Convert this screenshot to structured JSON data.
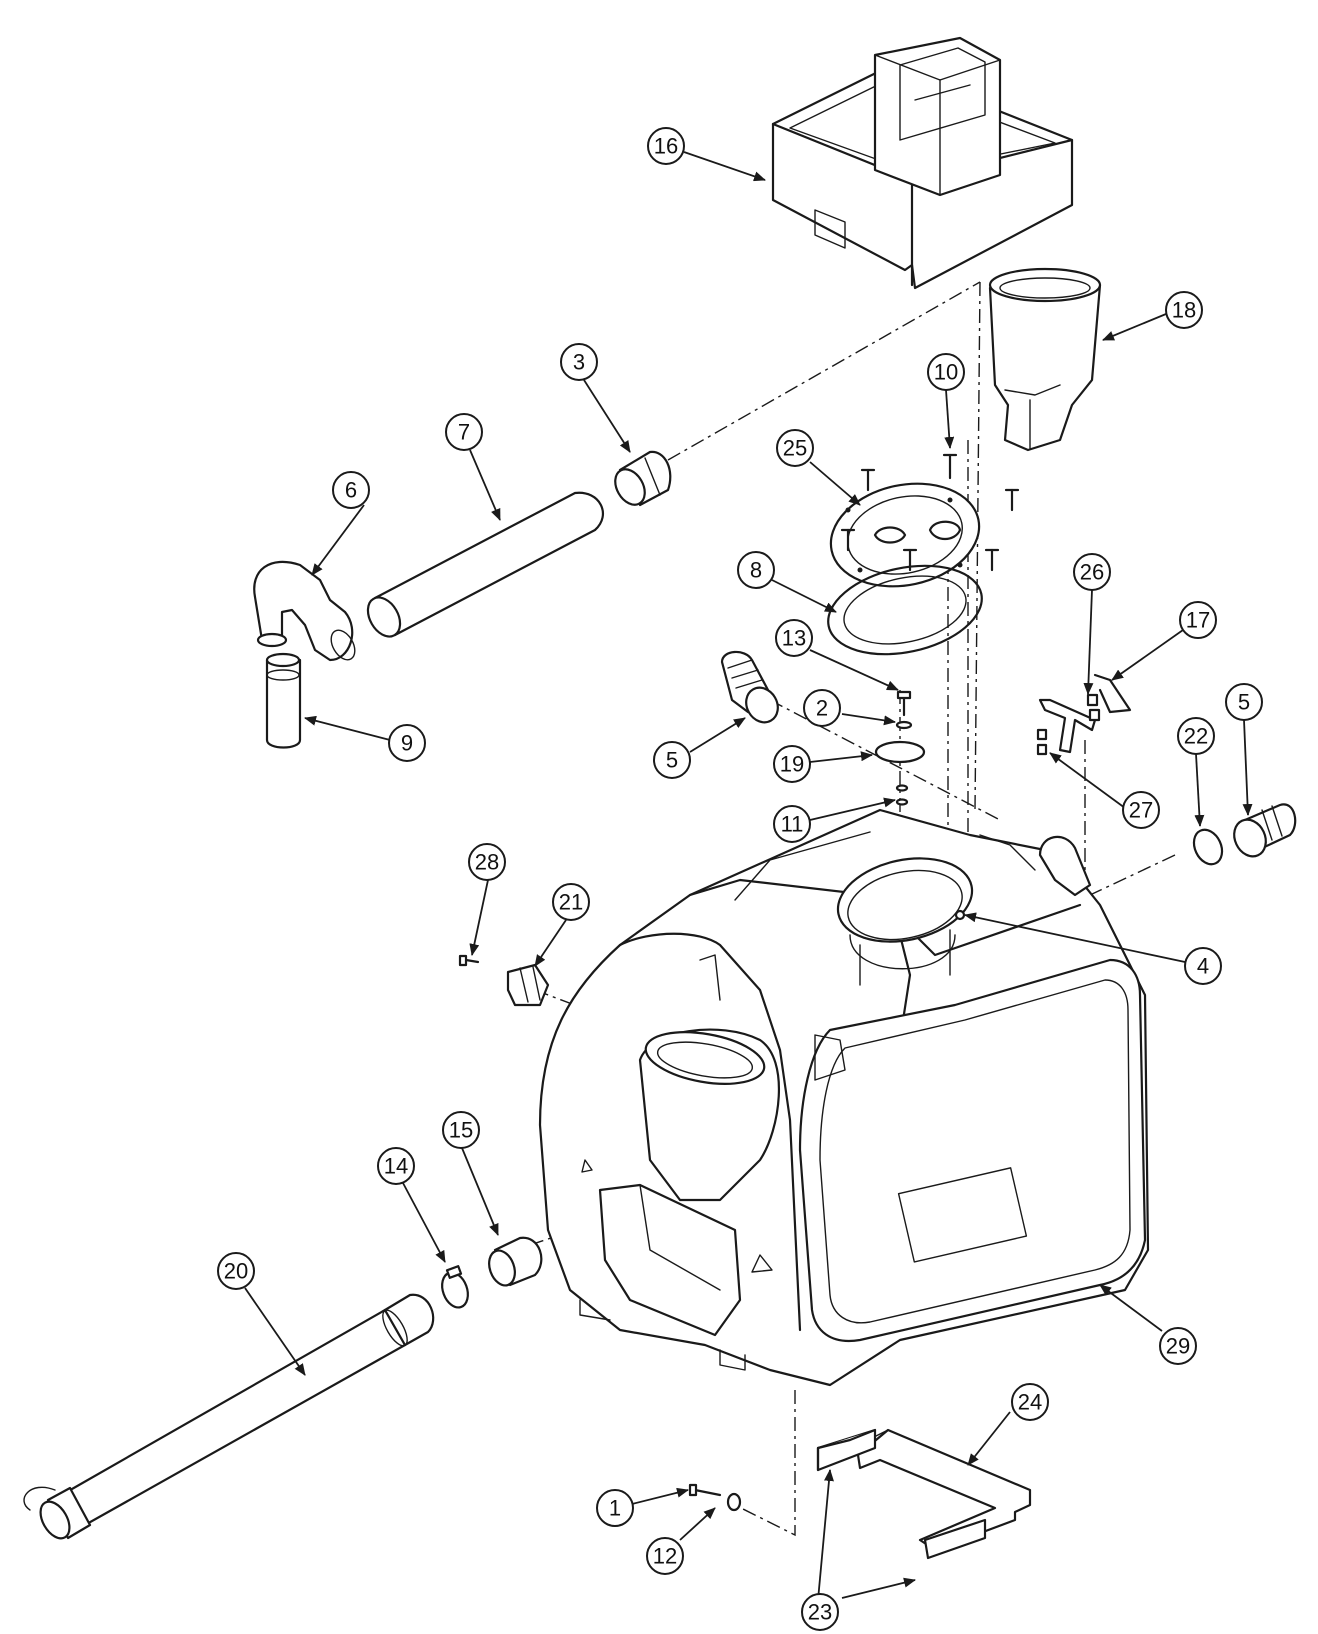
{
  "callouts": [
    {
      "id": "p16",
      "label": "16"
    },
    {
      "id": "p18",
      "label": "18"
    },
    {
      "id": "p3",
      "label": "3"
    },
    {
      "id": "p10",
      "label": "10"
    },
    {
      "id": "p7",
      "label": "7"
    },
    {
      "id": "p25",
      "label": "25"
    },
    {
      "id": "p6",
      "label": "6"
    },
    {
      "id": "p8",
      "label": "8"
    },
    {
      "id": "p26",
      "label": "26"
    },
    {
      "id": "p17",
      "label": "17"
    },
    {
      "id": "p13",
      "label": "13"
    },
    {
      "id": "p2",
      "label": "2"
    },
    {
      "id": "p9",
      "label": "9"
    },
    {
      "id": "p5a",
      "label": "5"
    },
    {
      "id": "p19",
      "label": "19"
    },
    {
      "id": "p22",
      "label": "22"
    },
    {
      "id": "p5b",
      "label": "5"
    },
    {
      "id": "p27",
      "label": "27"
    },
    {
      "id": "p11",
      "label": "11"
    },
    {
      "id": "p28",
      "label": "28"
    },
    {
      "id": "p21",
      "label": "21"
    },
    {
      "id": "p4",
      "label": "4"
    },
    {
      "id": "p15",
      "label": "15"
    },
    {
      "id": "p14",
      "label": "14"
    },
    {
      "id": "p20",
      "label": "20"
    },
    {
      "id": "p29",
      "label": "29"
    },
    {
      "id": "p24",
      "label": "24"
    },
    {
      "id": "p1",
      "label": "1"
    },
    {
      "id": "p12",
      "label": "12"
    },
    {
      "id": "p23",
      "label": "23"
    }
  ]
}
